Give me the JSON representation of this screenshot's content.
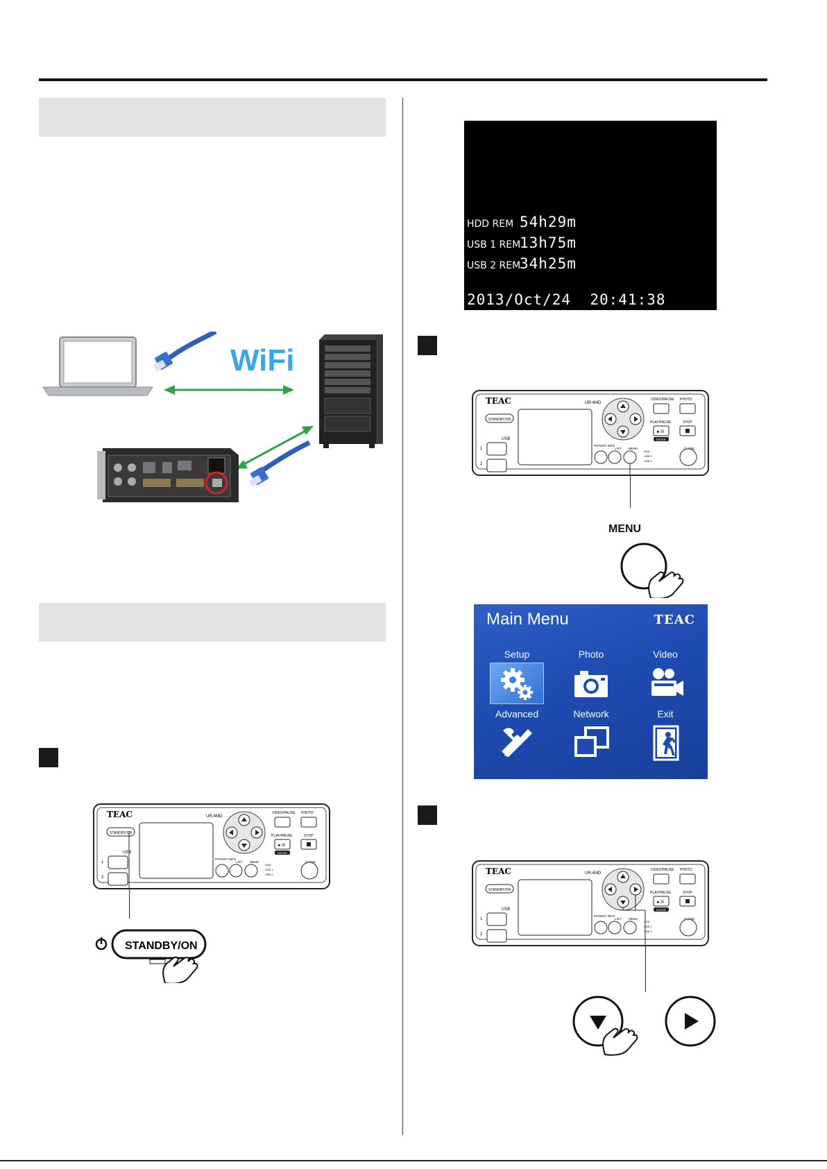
{
  "device": {
    "brand": "TEAC",
    "model": "UR-4MD",
    "standby_label": "STANDBY/ON",
    "usb_label": "USB",
    "usb1": "1",
    "usb2": "2",
    "video_pause": "VIDEO/PAUSE",
    "photo": "PHOTO",
    "play_pause": "PLAY/PAUSE",
    "stop": "STOP",
    "patient_info": "PATIENT INFO",
    "list": "LIST",
    "menu": "MENU",
    "close": "CLOSE",
    "enter": "ENTER",
    "hdd": "HDD",
    "usb1_led": "USB 1",
    "usb2_led": "USB 2",
    "play_symbol": "►/II"
  },
  "network_figure": {
    "wifi_label": "WiFi"
  },
  "osd": {
    "hdd_label": "HDD REM",
    "hdd_value": "54h29m",
    "usb1_label": "USB 1 REM",
    "usb1_value": "13h75m",
    "usb2_label": "USB 2 REM",
    "usb2_value": "34h25m",
    "datetime": "2013/Oct/24  20:41:38"
  },
  "callouts": {
    "standby_on": "STANDBY/ON",
    "menu": "MENU"
  },
  "main_menu": {
    "title": "Main Menu",
    "brand": "TEAC",
    "items": [
      {
        "label": "Setup",
        "icon": "gears-icon",
        "selected": true
      },
      {
        "label": "Photo",
        "icon": "camera-icon",
        "selected": false
      },
      {
        "label": "Video",
        "icon": "video-camera-icon",
        "selected": false
      },
      {
        "label": "Advanced",
        "icon": "wrench-screwdriver-icon",
        "selected": false
      },
      {
        "label": "Network",
        "icon": "windows-icon",
        "selected": false
      },
      {
        "label": "Exit",
        "icon": "exit-icon",
        "selected": false
      }
    ]
  }
}
